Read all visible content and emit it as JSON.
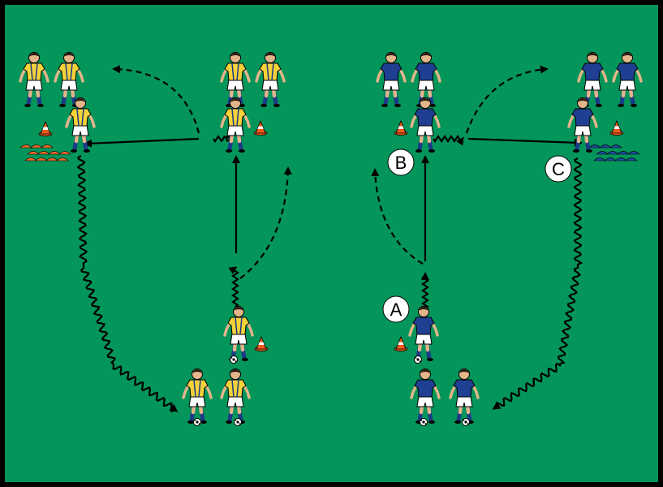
{
  "colors": {
    "pitch": "#03955a",
    "border": "#000000",
    "team_yellow_shirt": "#f4d23a",
    "team_blue_shirt": "#1f3f93",
    "shorts": "#ffffff",
    "socks_yellow_team": "#1b3a86",
    "socks_blue_team": "#1b3a86",
    "skin": "#e3b58a",
    "hair": "#2a1a10",
    "cone_orange": "#f05a1a",
    "marker_orange": "#f06a2a",
    "marker_blue": "#1e4aa0",
    "arrow": "#000000",
    "label_bg": "#ffffff",
    "label_text": "#000000"
  },
  "labels": {
    "a": "A",
    "b": "B",
    "c": "C"
  },
  "icons": {
    "player": "player-icon",
    "ball": "football-icon",
    "cone": "cone-icon",
    "marker": "disc-marker-icon"
  }
}
